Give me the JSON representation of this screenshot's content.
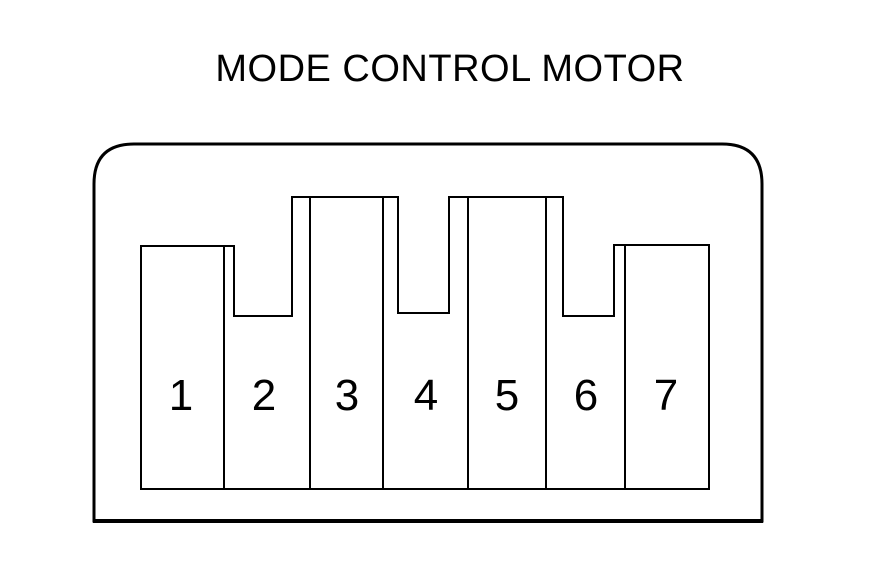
{
  "title": "MODE CONTROL MOTOR",
  "connector": {
    "description": "7-pin connector housing, front view, rounded top corners",
    "pins": [
      {
        "label": "1"
      },
      {
        "label": "2"
      },
      {
        "label": "3"
      },
      {
        "label": "4"
      },
      {
        "label": "5"
      },
      {
        "label": "6"
      },
      {
        "label": "7"
      }
    ]
  },
  "colors": {
    "line": "#000000",
    "background": "#ffffff"
  }
}
